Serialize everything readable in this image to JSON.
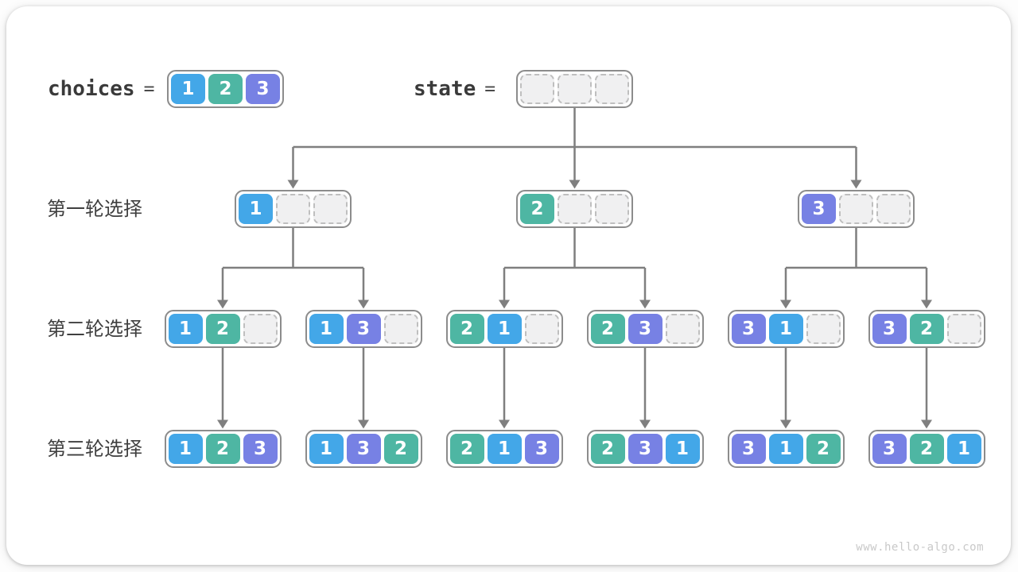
{
  "title_row": {
    "choices_label": "choices",
    "choices_equals": "=",
    "choices_cells": [
      1,
      2,
      3
    ],
    "state_label": "state",
    "state_equals": "=",
    "state_cells": [
      null,
      null,
      null
    ]
  },
  "rows": [
    {
      "label": "第一轮选择",
      "boxes": [
        [
          1,
          null,
          null
        ],
        [
          2,
          null,
          null
        ],
        [
          3,
          null,
          null
        ]
      ]
    },
    {
      "label": "第二轮选择",
      "boxes": [
        [
          1,
          2,
          null
        ],
        [
          1,
          3,
          null
        ],
        [
          2,
          1,
          null
        ],
        [
          2,
          3,
          null
        ],
        [
          3,
          1,
          null
        ],
        [
          3,
          2,
          null
        ]
      ]
    },
    {
      "label": "第三轮选择",
      "boxes": [
        [
          1,
          2,
          3
        ],
        [
          1,
          3,
          2
        ],
        [
          2,
          1,
          3
        ],
        [
          2,
          3,
          1
        ],
        [
          3,
          1,
          2
        ],
        [
          3,
          2,
          1
        ]
      ]
    }
  ],
  "watermark": "www.hello-algo.com",
  "colors": {
    "value_1": "#43a7e8",
    "value_2": "#4eb6a3",
    "value_3": "#7781e4",
    "cell_text": "#ffffff",
    "empty_cell_bg": "#f0f0f1",
    "empty_cell_border": "#bfbfbf",
    "box_border": "#8c8c8c",
    "connector": "#7f7f7f",
    "label_text": "#3f3f3f",
    "watermark_text": "#c9c9c9"
  }
}
